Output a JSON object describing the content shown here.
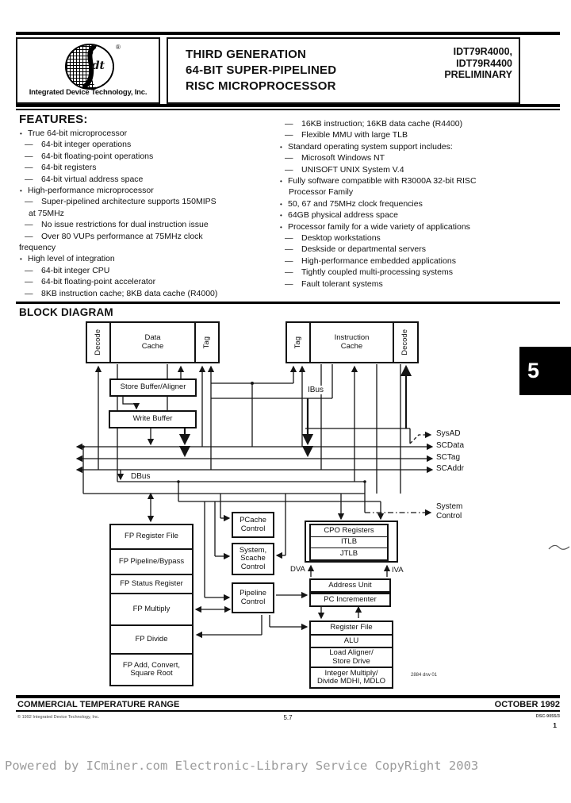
{
  "header": {
    "logo": {
      "letters": "dt",
      "reg_mark": "®",
      "company": "Integrated Device Technology, Inc."
    },
    "title_lines": [
      "THIRD GENERATION",
      "64-BIT SUPER-PIPELINED",
      "RISC MICROPROCESSOR"
    ],
    "part_lines": [
      "IDT79R4000,",
      "IDT79R4400",
      "PRELIMINARY"
    ]
  },
  "tab": {
    "number": "5"
  },
  "features": {
    "heading": "FEATURES:",
    "left": [
      {
        "l": "b",
        "m": "•",
        "t": "True 64-bit microprocessor"
      },
      {
        "l": "d",
        "m": "—",
        "t": "64-bit integer operations"
      },
      {
        "l": "d",
        "m": "—",
        "t": "64-bit floating-point operations"
      },
      {
        "l": "d",
        "m": "—",
        "t": "64-bit registers"
      },
      {
        "l": "d",
        "m": "—",
        "t": "64-bit virtual address space"
      },
      {
        "l": "b",
        "m": "•",
        "t": "High-performance microprocessor"
      },
      {
        "l": "d",
        "m": "—",
        "t": "Super-pipelined architecture supports 150MIPS"
      },
      {
        "l": "ca",
        "m": "",
        "t": "at 75MHz"
      },
      {
        "l": "d",
        "m": "—",
        "t": "No issue restrictions for dual instruction issue"
      },
      {
        "l": "d",
        "m": "—",
        "t": "Over 80 VUPs performance at 75MHz clock"
      },
      {
        "l": "cb",
        "m": "",
        "t": "frequency"
      },
      {
        "l": "b",
        "m": "•",
        "t": "High level of integration"
      },
      {
        "l": "d",
        "m": "—",
        "t": "64-bit integer CPU"
      },
      {
        "l": "d",
        "m": "—",
        "t": "64-bit floating-point accelerator"
      },
      {
        "l": "d",
        "m": "—",
        "t": "8KB instruction cache; 8KB data cache (R4000)"
      }
    ],
    "right": [
      {
        "l": "d",
        "m": "—",
        "t": "16KB instruction; 16KB data cache (R4400)"
      },
      {
        "l": "d",
        "m": "—",
        "t": "Flexible MMU with large TLB"
      },
      {
        "l": "b",
        "m": "•",
        "t": "Standard operating system support includes:"
      },
      {
        "l": "d",
        "m": "—",
        "t": "Microsoft Windows NT"
      },
      {
        "l": "d",
        "m": "—",
        "t": "UNISOFT UNIX System V.4"
      },
      {
        "l": "b",
        "m": "•",
        "t": "Fully software compatible with R3000A 32-bit RISC"
      },
      {
        "l": "ca",
        "m": "",
        "t": "Processor Family"
      },
      {
        "l": "b",
        "m": "•",
        "t": "50, 67 and 75MHz clock frequencies"
      },
      {
        "l": "b",
        "m": "•",
        "t": "64GB physical address space"
      },
      {
        "l": "b",
        "m": "•",
        "t": "Processor family for a wide variety of applications"
      },
      {
        "l": "d",
        "m": "—",
        "t": "Desktop workstations"
      },
      {
        "l": "d",
        "m": "—",
        "t": "Deskside or departmental servers"
      },
      {
        "l": "d",
        "m": "—",
        "t": "High-performance embedded applications"
      },
      {
        "l": "d",
        "m": "—",
        "t": "Tightly coupled multi-processing systems"
      },
      {
        "l": "d",
        "m": "—",
        "t": "Fault tolerant systems"
      }
    ]
  },
  "diagram": {
    "heading": "BLOCK DIAGRAM",
    "dcache": {
      "left": "Decode",
      "mid": "Data\nCache",
      "right": "Tag"
    },
    "icache": {
      "left": "Tag",
      "mid": "Instruction\nCache",
      "right": "Decode"
    },
    "store_buffer": "Store Buffer/Aligner",
    "write_buffer": "Write Buffer",
    "ibus": "IBus",
    "dbus": "DBus",
    "fp_rows": [
      "FP Register File",
      "FP Pipeline/Bypass",
      "FP Status Register",
      "FP Multiply",
      "FP Divide",
      "FP Add, Convert,\nSquare Root"
    ],
    "pcache": "PCache\nControl",
    "scache": "System,\nScache\nControl",
    "pipeline": "Pipeline\nControl",
    "cpo_rows": [
      "CPO Registers",
      "ITLB",
      "JTLB"
    ],
    "addr_rows": [
      "Address Unit",
      "PC Incrementer"
    ],
    "int_rows": [
      "Register File",
      "ALU",
      "Load Aligner/\nStore Drive",
      "Integer Multiply/\nDivide MDHI, MDLO"
    ],
    "dva": "DVA",
    "iva": "IVA",
    "signals": [
      "SysAD",
      "SCData",
      "SCTag",
      "SCAddr"
    ],
    "system_control": "System\nControl",
    "note": "2884 drw 01"
  },
  "footer": {
    "band_left": "COMMERCIAL TEMPERATURE RANGE",
    "band_right": "OCTOBER 1992",
    "copyright": "© 1992 Integrated Device Technology, Inc.",
    "page_center": "5.7",
    "doc_code": "DSC-9055/3",
    "page_num": "1"
  },
  "watermark": {
    "text": "Powered by ICminer.com Electronic-Library Service CopyRight 2003"
  }
}
